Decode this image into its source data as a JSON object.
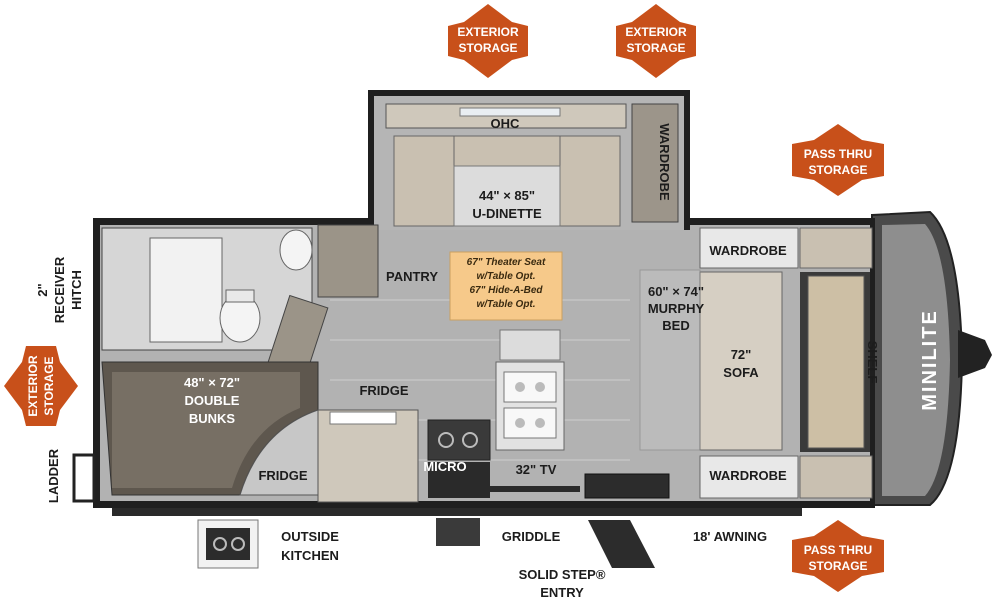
{
  "badges": {
    "ext_storage_top_left": [
      "EXTERIOR",
      "STORAGE"
    ],
    "ext_storage_top_right": [
      "EXTERIOR",
      "STORAGE"
    ],
    "pass_thru_top": [
      "PASS THRU",
      "STORAGE"
    ],
    "pass_thru_bottom": [
      "PASS THRU",
      "STORAGE"
    ],
    "ext_storage_left": [
      "EXTERIOR",
      "STORAGE"
    ]
  },
  "labels": {
    "ohc": "OHC",
    "wardrobe_slide": "WARDROBE",
    "dinette_size": "44\" × 85\"",
    "dinette_name": "U-DINETTE",
    "pantry": "PANTRY",
    "theater_option": [
      "67\" Theater Seat",
      "w/Table Opt.",
      "67\" Hide-A-Bed",
      "w/Table Opt."
    ],
    "wardrobe_front_top": "WARDROBE",
    "wardrobe_front_bottom": "WARDROBE",
    "murphy_bed": [
      "60\" × 74\"",
      "MURPHY",
      "BED"
    ],
    "sofa": [
      "72\"",
      "SOFA"
    ],
    "shelf": "SHELF",
    "receiver_hitch": [
      "2\"",
      "RECEIVER",
      "HITCH"
    ],
    "bunks": [
      "48\" × 72\"",
      "DOUBLE",
      "BUNKS"
    ],
    "fridge_main": "FRIDGE",
    "fridge_bunk": "FRIDGE",
    "micro": "MICRO",
    "tv": "32\" TV",
    "ladder": "LADDER",
    "outside_kitchen": [
      "OUTSIDE",
      "KITCHEN"
    ],
    "griddle": "GRIDDLE",
    "awning": "18' AWNING",
    "solid_step": [
      "SOLID STEP®",
      "ENTRY"
    ],
    "brand": "MINILITE"
  },
  "colors": {
    "badge": "#c8501a",
    "option_box": "#f6c98a",
    "floor": "#a9a9a9",
    "cabinet": "#cbc2b2",
    "wall": "#2a2a2a"
  }
}
